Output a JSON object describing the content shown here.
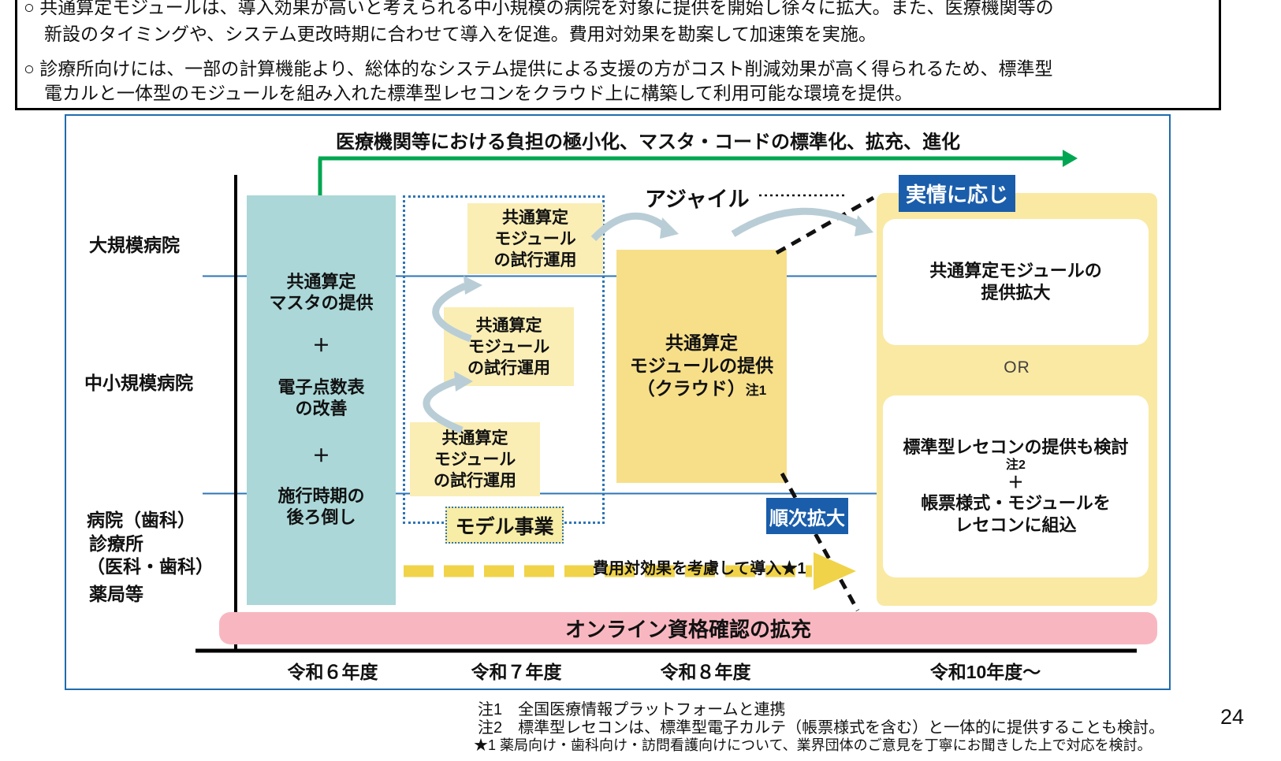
{
  "intro": {
    "b1l1": "○ 共通算定モジュールは、導入効果が高いと考えられる中小規模の病院を対象に提供を開始し徐々に拡大。また、医療機関等の",
    "b1l2": "新設のタイミングや、システム更改時期に合わせて導入を促進。費用対効果を勘案して加速策を実施。",
    "b2l1": "○ 診療所向けには、一部の計算機能より、総体的なシステム提供による支援の方がコスト削減効果が高く得られるため、標準型",
    "b2l2": "電カルと一体型のモジュールを組み入れた標準型レセコンをクラウド上に構築して利用可能な環境を提供。"
  },
  "diagram": {
    "title": "医療機関等における負担の極小化、マスタ・コードの標準化、拡充、進化",
    "rows": {
      "large": "大規模病院",
      "mid": "中小規模病院",
      "g1": "病院（歯科）",
      "g2": "診療所",
      "g3": "（医科・歯科）",
      "g4": "薬局等"
    },
    "teal": {
      "l1": "共通算定",
      "l2": "マスタの提供",
      "plus1": "＋",
      "l3": "電子点数表",
      "l4": "の改善",
      "plus2": "＋",
      "l5": "施行時期の",
      "l6": "後ろ倒し"
    },
    "trial": {
      "l1": "共通算定",
      "l2": "モジュール",
      "l3": "の試行運用"
    },
    "model_badge": "モデル事業",
    "agile": "アジャイル",
    "center_box": {
      "l1": "共通算定",
      "l2": "モジュールの提供",
      "l3": "（クラウド）",
      "note": "注1"
    },
    "badge_fit": "実情に応じ",
    "badge_expand": "順次拡大",
    "panel": {
      "box1_l1": "共通算定モジュールの",
      "box1_l2": "提供拡大",
      "or": "OR",
      "box2_l1": "標準型レセコンの提供も検討",
      "box2_note": "注2",
      "box2_plus": "＋",
      "box2_l2": "帳票様式・モジュールを",
      "box2_l3": "レセコンに組込"
    },
    "cost_arrow": "費用対効果を考慮して導入★1",
    "pink_bar": "オンライン資格確認の拡充",
    "years": [
      "令和６年度",
      "令和７年度",
      "令和８年度",
      "令和10年度〜"
    ]
  },
  "footnotes": {
    "n1": "注1　全国医療情報プラットフォームと連携",
    "n2": "注2　標準型レセコンは、標準型電子カルテ（帳票様式を含む）と一体的に提供することも検討。",
    "star": "★1 薬局向け・歯科向け・訪問看護向けについて、業界団体のご意見を丁寧にお聞きした上で対応を検討。"
  },
  "page_number": "24",
  "colors": {
    "teal": "#abd7d8",
    "pale_yellow": "#faeeb5",
    "gold": "#f7df8a",
    "panel_yellow": "#f9e9a3",
    "pink": "#f8b7c0",
    "badge_blue": "#1a5dab",
    "green": "#00a651",
    "line_blue": "#2e75b6",
    "dash_yellow": "#f0d348",
    "arc_gray": "#b9cdd6"
  }
}
